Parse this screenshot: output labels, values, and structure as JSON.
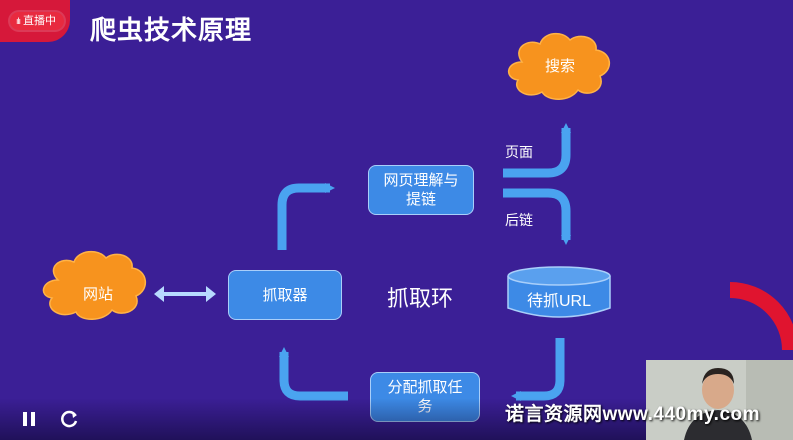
{
  "live_badge": {
    "label": "直播中"
  },
  "slide": {
    "title": "爬虫技术原理"
  },
  "nodes": {
    "search": "搜索",
    "parse": "网页理解与提链",
    "website": "网站",
    "crawler": "抓取器",
    "pending": "待抓URL",
    "dispatch": "分配抓取任务"
  },
  "edges": {
    "page": "页面",
    "links": "后链"
  },
  "center_label": "抓取环",
  "watermark": "诺言资源网www.440my.com",
  "colors": {
    "background": "#3b1f96",
    "box": "#3d8ae6",
    "cloud": "#f7931e",
    "arrow": "#4aa3f0",
    "accent_red": "#d6183a"
  },
  "icons": {
    "pause": "pause-icon",
    "refresh": "refresh-icon"
  }
}
